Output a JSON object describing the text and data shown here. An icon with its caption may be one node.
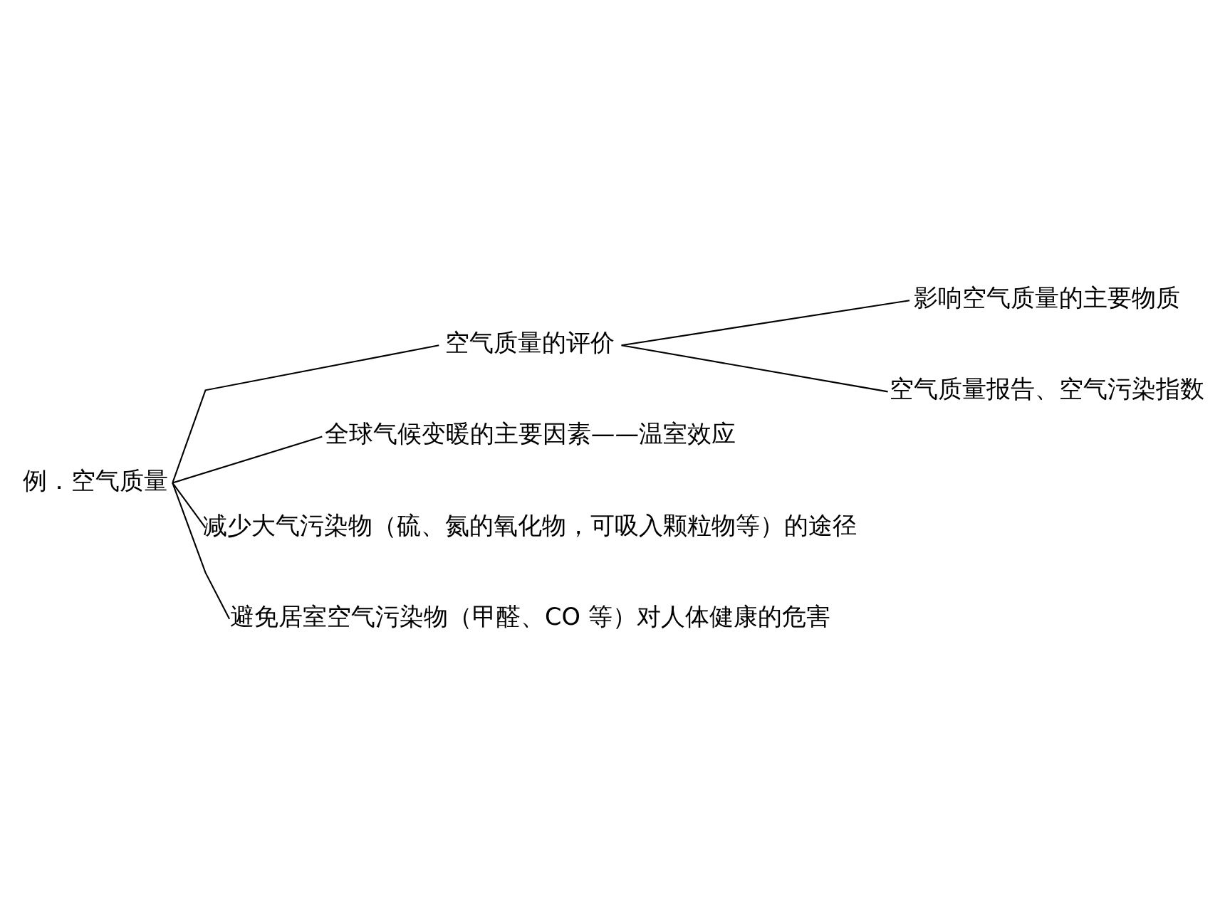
{
  "diagram": {
    "nodes": [
      {
        "text": [
          "例．空气质量"
        ]
      },
      {
        "text": [
          "空气质量的评价"
        ]
      },
      {
        "text": [
          "影响空气质量的主要物质"
        ]
      },
      {
        "text": [
          "空气质量报告、空气污染指数"
        ]
      },
      {
        "text": [
          "全球气候变暖的主要因素——温室效应"
        ]
      },
      {
        "text": [
          "减少大气污染物（硫、氮的氧化物，可吸入颗粒物等）的途径"
        ]
      },
      {
        "text": [
          "避免居室空气污染物（甲醛、CO 等）对人体健康的危害"
        ]
      }
    ],
    "edges": [
      {
        "from": 0,
        "to": 1,
        "arrow": "none"
      },
      {
        "from": 1,
        "to": 2,
        "arrow": "none"
      },
      {
        "from": 1,
        "to": 3,
        "arrow": "none"
      },
      {
        "from": 0,
        "to": 4,
        "arrow": "none"
      },
      {
        "from": 0,
        "to": 5,
        "arrow": "none"
      },
      {
        "from": 0,
        "to": 6,
        "arrow": "none"
      }
    ]
  }
}
